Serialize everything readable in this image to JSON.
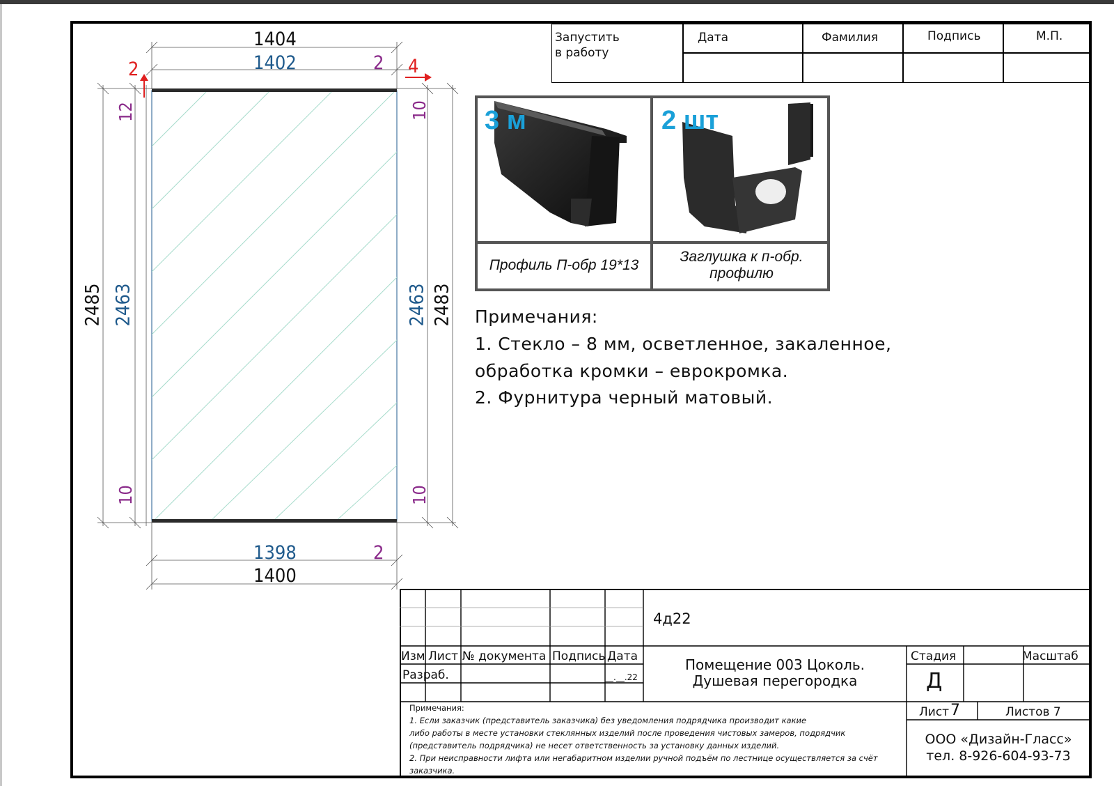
{
  "drawing": {
    "dim_top_outer": "1404",
    "dim_top_inner": "1402",
    "dim_top_gap": "2",
    "dim_bottom_inner": "1398",
    "dim_bottom_gap": "2",
    "dim_bottom_outer": "1400",
    "dim_left_outer": "2485",
    "dim_left_inner": "2463",
    "dim_right_inner": "2463",
    "dim_right_outer": "2483",
    "gap_left_top": "12",
    "gap_left_bottom": "10",
    "gap_right_top": "10",
    "gap_right_bottom": "10",
    "offset_left_arrow": "2",
    "offset_right_arrow": "4"
  },
  "approval": {
    "launch_label_line1": "Запустить",
    "launch_label_line2": "в работу",
    "date": "Дата",
    "surname": "Фамилия",
    "signature": "Подпись",
    "stamp": "М.П."
  },
  "parts": [
    {
      "qty": "3 м",
      "caption": "Профиль П-обр 19*13"
    },
    {
      "qty": "2 шт",
      "caption_line1": "Заглушка к п-обр.",
      "caption_line2": "профилю"
    }
  ],
  "notes": {
    "title": "Примечания:",
    "line1": "1. Стекло – 8 мм, осветленное, закаленное,",
    "line2": "обработка кромки – еврокромка.",
    "line3": "2. Фурнитура черный матовый."
  },
  "title_block": {
    "code": "4д22",
    "h_izm": "Изм",
    "h_list": "Лист",
    "h_doc": "№ документа",
    "h_sign": "Подпись",
    "h_date": "Дата",
    "developer": "Разраб.",
    "date_value": "__.__.22",
    "title_line1": "Помещение 003 Цоколь.",
    "title_line2": "Душевая перегородка",
    "stage_label": "Стадия",
    "stage_value": "Д",
    "scale_label": "Масштаб",
    "sheet_label": "Лист",
    "sheet_value": "7",
    "sheets_label": "Листов 7",
    "company": "ООО «Дизайн-Гласс»",
    "phone": "тел. 8-926-604-93-73",
    "fine_title": "Примечания:",
    "fine1": "1. Если заказчик (представитель заказчика) без уведомления подрядчика производит какие",
    "fine2": "либо работы в месте установки стеклянных изделий после проведения чистовых замеров, подрядчик",
    "fine3": "(представитель подрядчика) не несет ответственность за установку данных изделий.",
    "fine4": "2. При неисправности лифта или негабаритном изделии ручной подъём по лестнице осуществляется за счёт",
    "fine5": "заказчика."
  },
  "colors": {
    "dim_black": "#111111",
    "dim_blue": "#1f5a8c",
    "dim_purple": "#8a2a8a",
    "arrow_red": "#e02020",
    "qty_blue": "#1aa0d8"
  }
}
